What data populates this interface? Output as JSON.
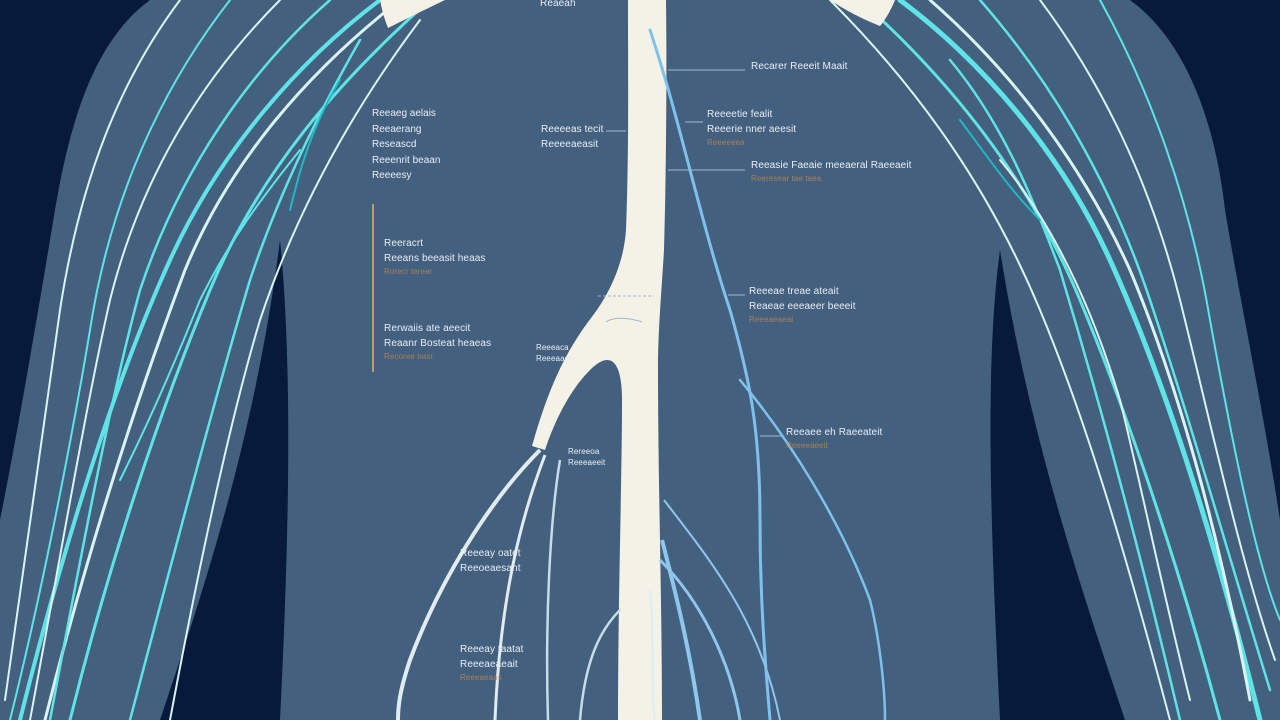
{
  "colors": {
    "background": "#071a3c",
    "body_fill": "#44607f",
    "spine": "#f4f2e6",
    "nerve_cyan": "#5fe3e6",
    "nerve_light": "#d9f4f4",
    "nerve_blue": "#7ec1ec",
    "bracket": "#c79a5d",
    "label_text": "#e8eef6"
  },
  "labels": {
    "top_center": "Reaeah",
    "left_list": [
      "Reeaeg aelais",
      "Reeaerang",
      "Reseascd",
      "Reeenrit beaan",
      "Reeeesy"
    ],
    "left_group1": {
      "title": "Reeracrt",
      "line2": "Reeans beeasit heaas",
      "sub": "Rorecr terear"
    },
    "left_group2": {
      "title": "Rerwaiis ate aeecit",
      "line2": "Reaanr Bosteat heaeas",
      "sub": "Recoree basr"
    },
    "mid_upper": {
      "title": "Reeeeas tecit",
      "line2": "Reeeeaeasit"
    },
    "mid_small": {
      "title": "Reeeaca",
      "line2": "Reeeaaees"
    },
    "mid_low": {
      "title": "Rereeoa",
      "line2": "Reeeaeeit"
    },
    "mid_bottom_upper": {
      "title": "Reeeay oatet",
      "line2": "Reeoeaesant"
    },
    "mid_bottom_lower": {
      "title": "Reeeay taatat",
      "line2": "Reeeaeaeait",
      "sub": "Reeeaeaas"
    },
    "right_top": {
      "title": "Recarer Reeeit Maait",
      "sub": ""
    },
    "right_2": {
      "title": "Reeeetie fealit",
      "line2": "Reeerie nner aeesit",
      "sub": "Reeeeeea"
    },
    "right_3": {
      "title": "Reeasie Faeaie meeaeral Raeeaeit",
      "sub": "Reeresear tae taea"
    },
    "right_4": {
      "title": "Reeeae treae ateait",
      "line2": "Reaeae eeeaeer beeeit",
      "sub": "Reeeaeaeal"
    },
    "right_5": {
      "title": "Reeaee eh Raeeateit",
      "sub": "Reeeeaeeit"
    }
  }
}
